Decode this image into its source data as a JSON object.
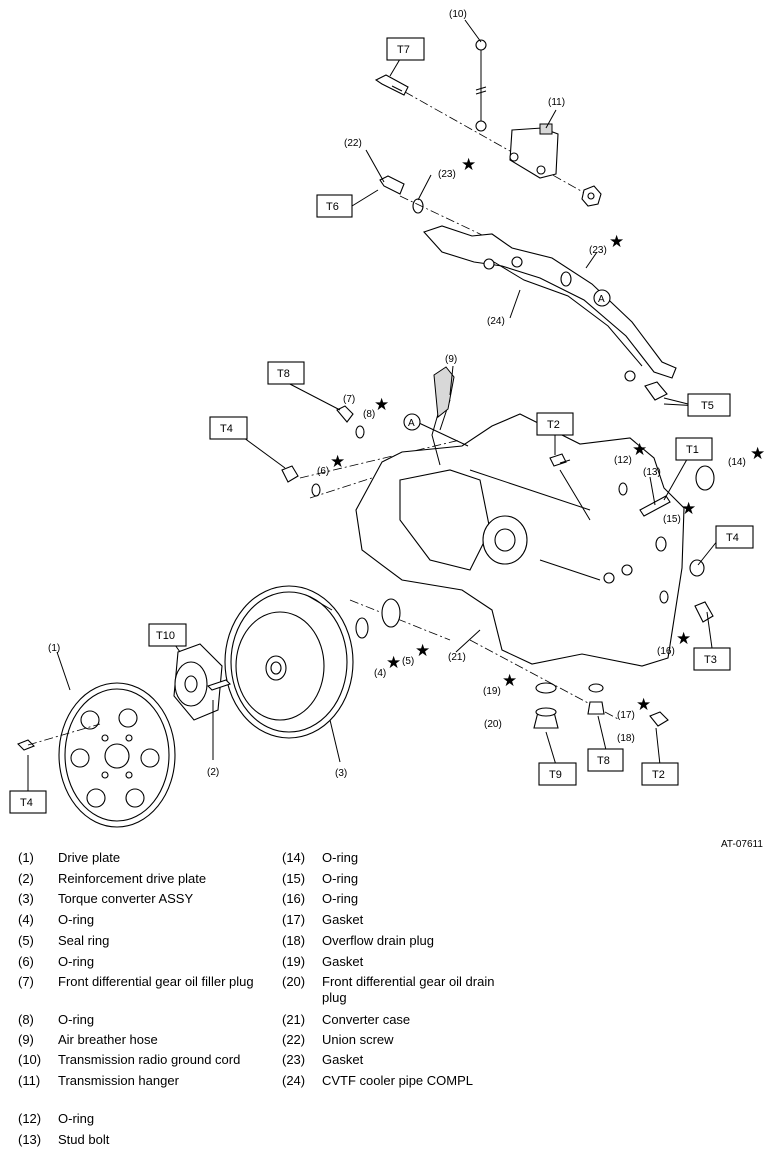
{
  "diagram": {
    "callouts": {
      "c1": "(1)",
      "c2": "(2)",
      "c3": "(3)",
      "c4": "(4)",
      "c5": "(5)",
      "c6": "(6)",
      "c7": "(7)",
      "c8": "(8)",
      "c9": "(9)",
      "c10": "(10)",
      "c11": "(11)",
      "c12": "(12)",
      "c13": "(13)",
      "c14": "(14)",
      "c15": "(15)",
      "c16": "(16)",
      "c17": "(17)",
      "c18": "(18)",
      "c19": "(19)",
      "c20": "(20)",
      "c21": "(21)",
      "c22": "(22)",
      "c23a": "(23)",
      "c23b": "(23)",
      "c24": "(24)"
    },
    "torque_tags": {
      "t7": "T7",
      "t6": "T6",
      "t5": "T5",
      "t8a": "T8",
      "t4a": "T4",
      "t2a": "T2",
      "t1": "T1",
      "t4b": "T4",
      "t3": "T3",
      "t10": "T10",
      "t4c": "T4",
      "t9": "T9",
      "t8b": "T8",
      "t2b": "T2"
    },
    "circle_marker": "A",
    "star_symbol": "★"
  },
  "figure_ref": "AT-07611",
  "legend": [
    {
      "num": "(1)",
      "text": "Drive plate"
    },
    {
      "num": "(2)",
      "text": "Reinforcement drive plate"
    },
    {
      "num": "(3)",
      "text": "Torque converter ASSY"
    },
    {
      "num": "(4)",
      "text": "O-ring"
    },
    {
      "num": "(5)",
      "text": "Seal ring"
    },
    {
      "num": "(6)",
      "text": "O-ring"
    },
    {
      "num": "(7)",
      "text": "Front differential gear oil filler plug"
    },
    {
      "num": "(8)",
      "text": "O-ring"
    },
    {
      "num": "(9)",
      "text": "Air breather hose"
    },
    {
      "num": "(10)",
      "text": "Transmission radio ground cord"
    },
    {
      "num": "(11)",
      "text": "Transmission hanger"
    },
    {
      "num": "(12)",
      "text": "O-ring"
    },
    {
      "num": "(13)",
      "text": "Stud bolt"
    },
    {
      "num": "(14)",
      "text": "O-ring"
    },
    {
      "num": "(15)",
      "text": "O-ring"
    },
    {
      "num": "(16)",
      "text": "O-ring"
    },
    {
      "num": "(17)",
      "text": "Gasket"
    },
    {
      "num": "(18)",
      "text": "Overflow drain plug"
    },
    {
      "num": "(19)",
      "text": "Gasket"
    },
    {
      "num": "(20)",
      "text": "Front differential gear oil drain plug"
    },
    {
      "num": "(21)",
      "text": "Converter case"
    },
    {
      "num": "(22)",
      "text": "Union screw"
    },
    {
      "num": "(23)",
      "text": "Gasket"
    },
    {
      "num": "(24)",
      "text": "CVTF cooler pipe COMPL"
    }
  ]
}
